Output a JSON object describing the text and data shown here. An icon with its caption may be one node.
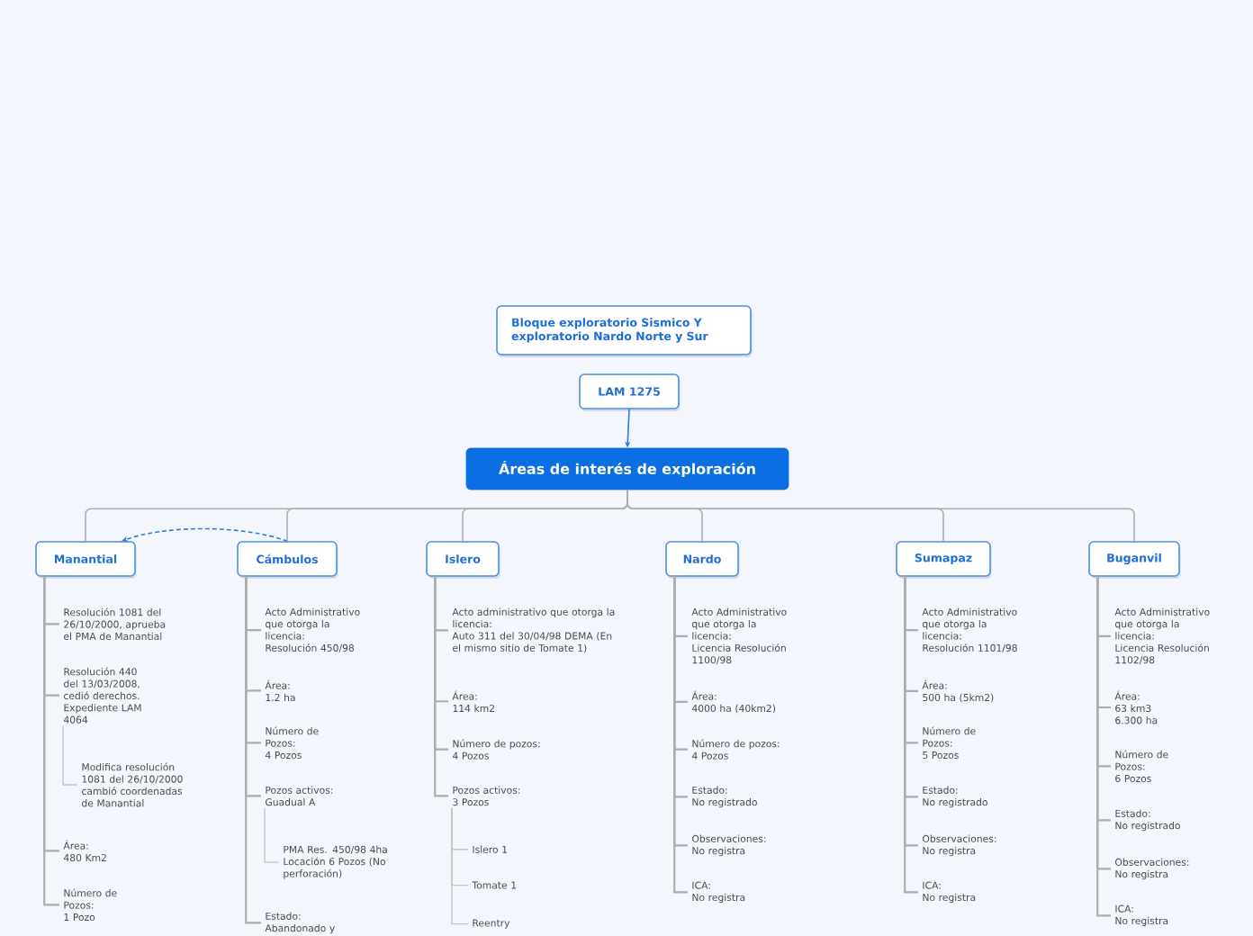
{
  "diagram": {
    "nodes": [
      {
        "text": [
          "Bloque exploratorio Sismico Y exploratorio Nardo Norte y Sur"
        ]
      },
      {
        "text": [
          "LAM 1275"
        ]
      },
      {
        "text": [
          "Áreas de interés de exploración"
        ]
      },
      {
        "text": [
          "Manantial"
        ]
      },
      {
        "text": [
          "Resolución 1081 del 26/10/2000, aprueba el PMA de Manantial"
        ]
      },
      {
        "text": [
          "Resolución 440 del 13/03/2008, cedió derechos. Expediente LAM 4064"
        ]
      },
      {
        "text": [
          "Modifica resolución 1081 del 26/10/2000 cambió coordenadas de Manantial"
        ]
      },
      {
        "text": [
          "Área: 480 Km2"
        ]
      },
      {
        "text": [
          "Número de Pozos: 1 Pozo"
        ]
      },
      {
        "text": [
          "Cámbulos"
        ]
      },
      {
        "text": [
          "Acto Administrativo que otorga la licencia: Resolución 450/98"
        ]
      },
      {
        "text": [
          "Área: 1.2 ha"
        ]
      },
      {
        "text": [
          "Número de Pozos: 4 Pozos"
        ]
      },
      {
        "text": [
          "Pozos activos: Guadual A"
        ]
      },
      {
        "text": [
          "PMA Res. 450/98 4ha Locación 6 Pozos (No perforación)"
        ]
      },
      {
        "text": [
          "Estado: Abandonado y"
        ]
      },
      {
        "text": [
          "Islero"
        ]
      },
      {
        "text": [
          "Acto administrativo que otorga la licencia: Auto 311 del 30/04/98 DEMA (En el mismo sitio de Tomate 1)"
        ]
      },
      {
        "text": [
          "Área: 114 km2"
        ]
      },
      {
        "text": [
          "Número de pozos: 4 Pozos"
        ]
      },
      {
        "text": [
          "Pozos activos: 3 Pozos"
        ]
      },
      {
        "text": [
          "Islero 1"
        ]
      },
      {
        "text": [
          "Tomate 1"
        ]
      },
      {
        "text": [
          "Reentry"
        ]
      },
      {
        "text": [
          "Nardo"
        ]
      },
      {
        "text": [
          "Acto Administrativo que otorga la licencia: Licencia Resolución 1100/98"
        ]
      },
      {
        "text": [
          "Área: 4000 ha (40km2)"
        ]
      },
      {
        "text": [
          "Número de pozos: 4 Pozos"
        ]
      },
      {
        "text": [
          "Estado: No registrado"
        ]
      },
      {
        "text": [
          "Observaciones: No registra"
        ]
      },
      {
        "text": [
          "ICA: No registra"
        ]
      },
      {
        "text": [
          "Sumapaz"
        ]
      },
      {
        "text": [
          "Acto Administrativo que otorga la licencia: Resolución 1101/98"
        ]
      },
      {
        "text": [
          "Área: 500 ha (5km2)"
        ]
      },
      {
        "text": [
          "Número de Pozos: 5 Pozos"
        ]
      },
      {
        "text": [
          "Estado: No registrado"
        ]
      },
      {
        "text": [
          "Observaciones: No registra"
        ]
      },
      {
        "text": [
          "ICA: No registra"
        ]
      },
      {
        "text": [
          "Buganvil"
        ]
      },
      {
        "text": [
          "Acto Administrativo que otorga la licencia: Licencia Resolución 1102/98"
        ]
      },
      {
        "text": [
          "Área: 63 km3 6.300 ha"
        ]
      },
      {
        "text": [
          "Número de Pozos: 6 Pozos"
        ]
      },
      {
        "text": [
          "Estado: No registrado"
        ]
      },
      {
        "text": [
          "Observaciones: No registra"
        ]
      },
      {
        "text": [
          "ICA: No registra"
        ]
      }
    ],
    "edges": [
      {
        "from": 1,
        "to": 2,
        "arrow": "to",
        "color": "#2d7be0"
      },
      {
        "from": 2,
        "to": 3,
        "arrow": "none"
      },
      {
        "from": 2,
        "to": 9,
        "arrow": "none"
      },
      {
        "from": 2,
        "to": 16,
        "arrow": "none"
      },
      {
        "from": 2,
        "to": 24,
        "arrow": "none"
      },
      {
        "from": 2,
        "to": 31,
        "arrow": "none"
      },
      {
        "from": 2,
        "to": 38,
        "arrow": "none"
      },
      {
        "from": 3,
        "to": 4,
        "arrow": "none"
      },
      {
        "from": 3,
        "to": 5,
        "arrow": "none"
      },
      {
        "from": 5,
        "to": 6,
        "arrow": "none"
      },
      {
        "from": 3,
        "to": 7,
        "arrow": "none"
      },
      {
        "from": 3,
        "to": 8,
        "arrow": "none"
      },
      {
        "from": 9,
        "to": 10,
        "arrow": "none"
      },
      {
        "from": 9,
        "to": 11,
        "arrow": "none"
      },
      {
        "from": 9,
        "to": 12,
        "arrow": "none"
      },
      {
        "from": 9,
        "to": 13,
        "arrow": "none"
      },
      {
        "from": 13,
        "to": 14,
        "arrow": "none"
      },
      {
        "from": 9,
        "to": 15,
        "arrow": "none"
      },
      {
        "from": 16,
        "to": 17,
        "arrow": "none"
      },
      {
        "from": 16,
        "to": 18,
        "arrow": "none"
      },
      {
        "from": 16,
        "to": 19,
        "arrow": "none"
      },
      {
        "from": 16,
        "to": 20,
        "arrow": "none"
      },
      {
        "from": 20,
        "to": 21,
        "arrow": "none"
      },
      {
        "from": 20,
        "to": 22,
        "arrow": "none"
      },
      {
        "from": 20,
        "to": 23,
        "arrow": "none"
      },
      {
        "from": 24,
        "to": 25,
        "arrow": "none"
      },
      {
        "from": 24,
        "to": 26,
        "arrow": "none"
      },
      {
        "from": 24,
        "to": 27,
        "arrow": "none"
      },
      {
        "from": 24,
        "to": 28,
        "arrow": "none"
      },
      {
        "from": 24,
        "to": 29,
        "arrow": "none"
      },
      {
        "from": 24,
        "to": 30,
        "arrow": "none"
      },
      {
        "from": 31,
        "to": 32,
        "arrow": "none"
      },
      {
        "from": 31,
        "to": 33,
        "arrow": "none"
      },
      {
        "from": 31,
        "to": 34,
        "arrow": "none"
      },
      {
        "from": 31,
        "to": 35,
        "arrow": "none"
      },
      {
        "from": 31,
        "to": 36,
        "arrow": "none"
      },
      {
        "from": 31,
        "to": 37,
        "arrow": "none"
      },
      {
        "from": 38,
        "to": 39,
        "arrow": "none"
      },
      {
        "from": 38,
        "to": 40,
        "arrow": "none"
      },
      {
        "from": 38,
        "to": 41,
        "arrow": "none"
      },
      {
        "from": 38,
        "to": 42,
        "arrow": "none"
      },
      {
        "from": 38,
        "to": 43,
        "arrow": "none"
      },
      {
        "from": 38,
        "to": 44,
        "arrow": "none"
      },
      {
        "from": 9,
        "to": 3,
        "arrow": "to",
        "style": "dashed",
        "color": "#2d7be0"
      }
    ]
  }
}
